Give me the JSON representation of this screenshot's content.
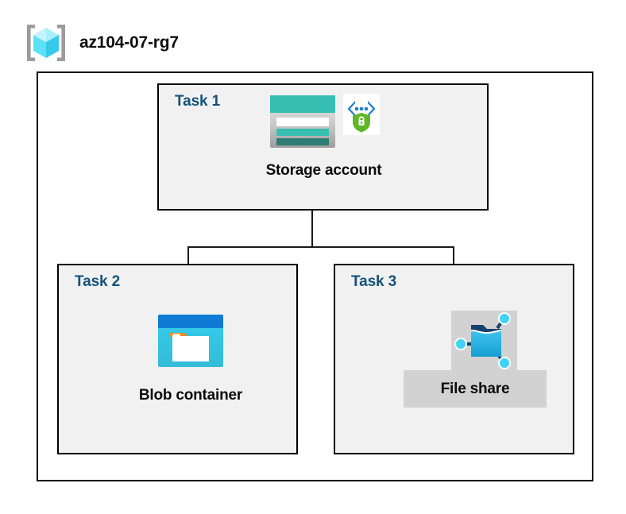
{
  "header": {
    "icon": "resource-group-icon",
    "title": "az104-07-rg7"
  },
  "diagram": {
    "type": "azure-architecture-tree",
    "container": {
      "name": "resource-group-boundary",
      "label": "az104-07-rg7"
    },
    "tasks": [
      {
        "id": "task1",
        "label": "Task 1",
        "node": {
          "caption": "Storage account",
          "icons": [
            "storage-account-icon",
            "managed-identity-icon"
          ]
        }
      },
      {
        "id": "task2",
        "label": "Task 2",
        "node": {
          "caption": "Blob container",
          "icons": [
            "blob-container-icon"
          ]
        }
      },
      {
        "id": "task3",
        "label": "Task 3",
        "node": {
          "caption": "File share",
          "icons": [
            "file-share-icon"
          ],
          "highlighted": true
        }
      }
    ],
    "connections": [
      {
        "from": "task1",
        "to": "task2"
      },
      {
        "from": "task1",
        "to": "task3"
      }
    ]
  },
  "colors": {
    "task_label": "#15527c",
    "box_border": "#000000",
    "box_fill": "#f1f1f1",
    "page_background": "#ffffff",
    "highlight_fill": "#d2d2d2",
    "storage_teal": "#36bfb1",
    "storage_teal_dark": "#2d7d75",
    "blob_blue": "#0f7bd4",
    "blob_cyan": "#32c5e8",
    "blob_orange": "#f08a22",
    "fileshare_blue": "#32b2e2",
    "node_cyan": "#41d3f5",
    "shield_green": "#5fb723",
    "cube_cyan": "#5ce1f7",
    "bracket_gray": "#9b9b9b"
  }
}
